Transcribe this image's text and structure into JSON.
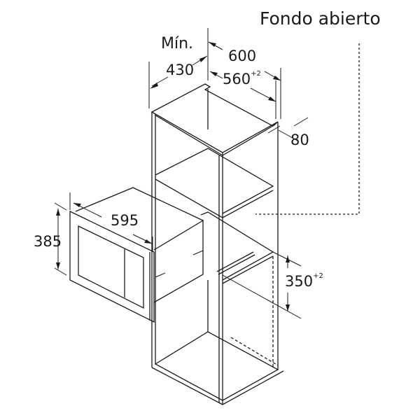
{
  "labels": {
    "open_back": "Fondo abierto",
    "min": "Mín.",
    "d430": "430",
    "d600": "600",
    "d560": "560",
    "d560_tol": "+2",
    "d80": "80",
    "d595": "595",
    "d385": "385",
    "d350": "350",
    "d350_tol": "+2"
  },
  "colors": {
    "line": "#1a1a1a"
  }
}
